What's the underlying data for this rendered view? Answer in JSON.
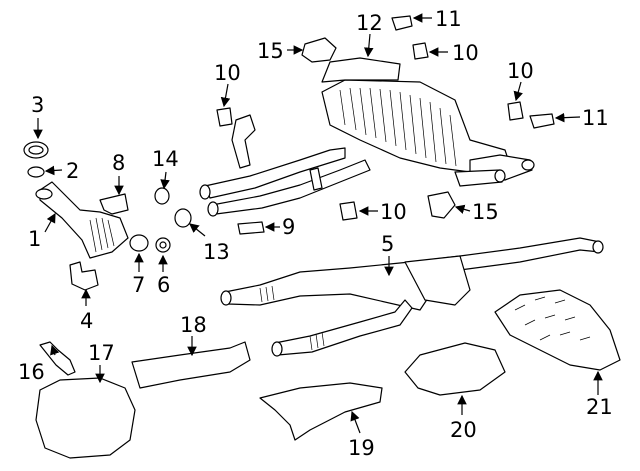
{
  "callouts": [
    {
      "id": "c1",
      "label": "1"
    },
    {
      "id": "c2",
      "label": "2"
    },
    {
      "id": "c3",
      "label": "3"
    },
    {
      "id": "c4",
      "label": "4"
    },
    {
      "id": "c5",
      "label": "5"
    },
    {
      "id": "c6",
      "label": "6"
    },
    {
      "id": "c7",
      "label": "7"
    },
    {
      "id": "c8",
      "label": "8"
    },
    {
      "id": "c9",
      "label": "9"
    },
    {
      "id": "c10a",
      "label": "10"
    },
    {
      "id": "c10b",
      "label": "10"
    },
    {
      "id": "c10c",
      "label": "10"
    },
    {
      "id": "c10d",
      "label": "10"
    },
    {
      "id": "c11a",
      "label": "11"
    },
    {
      "id": "c11b",
      "label": "11"
    },
    {
      "id": "c12",
      "label": "12"
    },
    {
      "id": "c13",
      "label": "13"
    },
    {
      "id": "c14",
      "label": "14"
    },
    {
      "id": "c15a",
      "label": "15"
    },
    {
      "id": "c15b",
      "label": "15"
    },
    {
      "id": "c16",
      "label": "16"
    },
    {
      "id": "c17",
      "label": "17"
    },
    {
      "id": "c18",
      "label": "18"
    },
    {
      "id": "c19",
      "label": "19"
    },
    {
      "id": "c20",
      "label": "20"
    },
    {
      "id": "c21",
      "label": "21"
    }
  ]
}
